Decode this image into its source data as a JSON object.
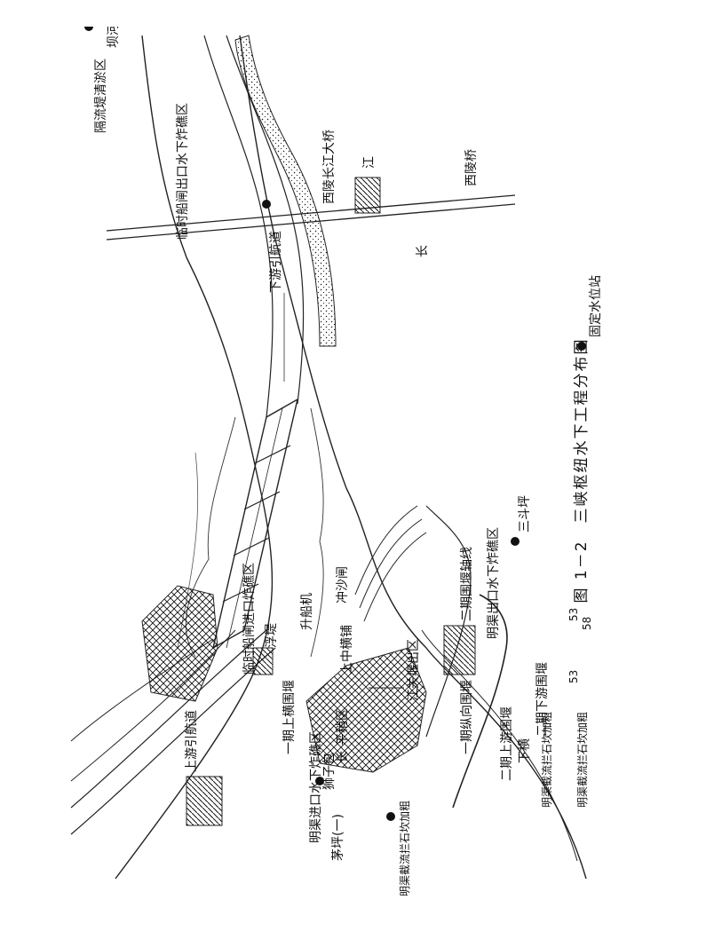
{
  "caption": "图 1－2　三峡枢纽水下工程分布图",
  "labels": {
    "bahekou": "坝河口",
    "gelitidishi": "隔流堤清淤区",
    "jiang": "江",
    "xilingqiao_s": "西陵桥",
    "xiling_bridge": "西陵长江大桥",
    "linshi_chukou": "临时船闸出口水下炸礁区",
    "xiayou_hangdao": "下游引航道",
    "chang1": "长",
    "guding_station": "固定水位站",
    "sandouping": "三斗坪",
    "mingqu_chukou": "明渠出口水下炸礁区",
    "weiyan_zhouxian": "二期围堰轴线",
    "chongshazha": "冲沙闸",
    "shengchuanji": "升船机",
    "linshi_jinkou": "临时船闸进口炸礁区",
    "futi": "浮堤",
    "shangzhong_hengpu": "上中横铺",
    "jiangguan_yanchu": "江关堰出区",
    "yiqi_shangheng": "一期上横围堰",
    "yiqi_zongxiang": "一期纵向围堰",
    "erqi_xiayou": "二期下游围堰",
    "erqi_shangyou": "二期上游围堰",
    "xiaheng": "下横",
    "chang2": "长",
    "pingshao_qu": "平稍区",
    "mingqu_jinkou": "明渠进口水下炸礁区",
    "maoping": "茅坪(一)",
    "shizibao": "狮子包",
    "shangyou_hangdao": "上游引航道",
    "langshi_1": "明渠截流拦石坎加粗",
    "langshi_2": "明渠截流拦石坎加粗",
    "langshi_3": "明渠截流拦石坎加粗",
    "gangzhu_53": "53",
    "gangzhu_58": "58",
    "gangzhu_53b": "53"
  }
}
